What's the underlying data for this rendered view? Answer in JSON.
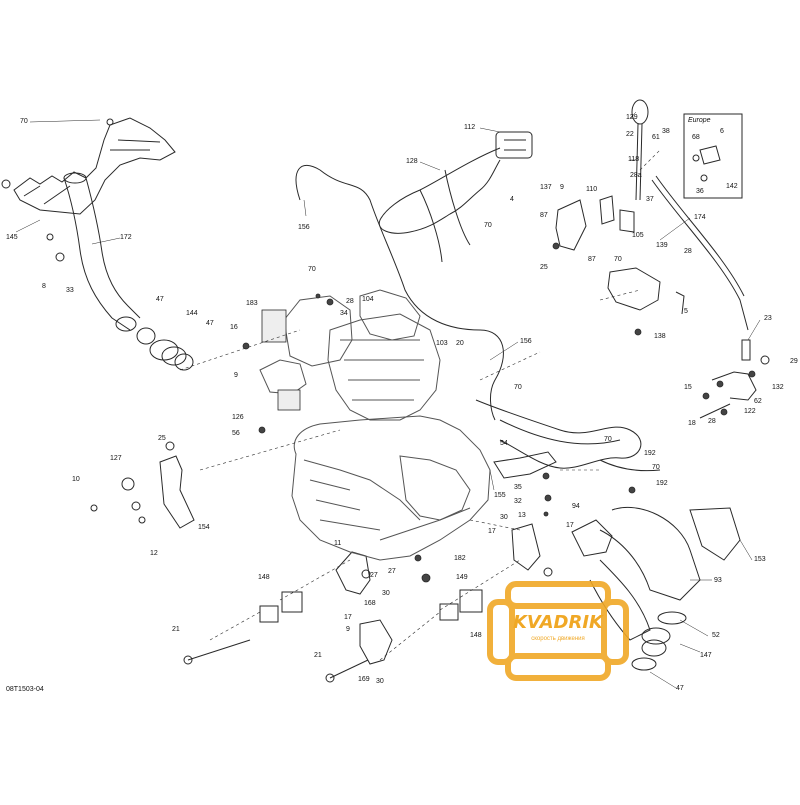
{
  "diagram": {
    "drawing_code": "08T1503-04",
    "europe_label": "Europe",
    "watermark": {
      "brand": "KVADRIK",
      "tagline": "скорость движения"
    },
    "callouts": [
      "70",
      "145",
      "172",
      "8",
      "33",
      "47",
      "144",
      "47",
      "156",
      "128",
      "112",
      "4",
      "70",
      "129",
      "22",
      "61",
      "38",
      "118",
      "28a",
      "28",
      "137",
      "9",
      "110",
      "87",
      "25",
      "87",
      "37",
      "105",
      "139",
      "174",
      "68",
      "6",
      "36",
      "142",
      "70",
      "5",
      "138",
      "183",
      "16",
      "70",
      "28",
      "104",
      "34",
      "103",
      "20",
      "156",
      "9",
      "126",
      "56",
      "70",
      "54",
      "23",
      "29",
      "132",
      "15",
      "62",
      "122",
      "18",
      "28",
      "25",
      "127",
      "10",
      "154",
      "12",
      "35",
      "32",
      "13",
      "155",
      "70",
      "192",
      "70",
      "192",
      "94",
      "30",
      "17",
      "17",
      "11",
      "27",
      "182",
      "149",
      "153",
      "93",
      "52",
      "147",
      "148",
      "168",
      "27",
      "30",
      "17",
      "9",
      "148",
      "21",
      "21",
      "169",
      "30",
      "47"
    ],
    "colors": {
      "line": "#2a2a2a",
      "engine_line": "#555555",
      "watermark": "#f0a826"
    }
  }
}
